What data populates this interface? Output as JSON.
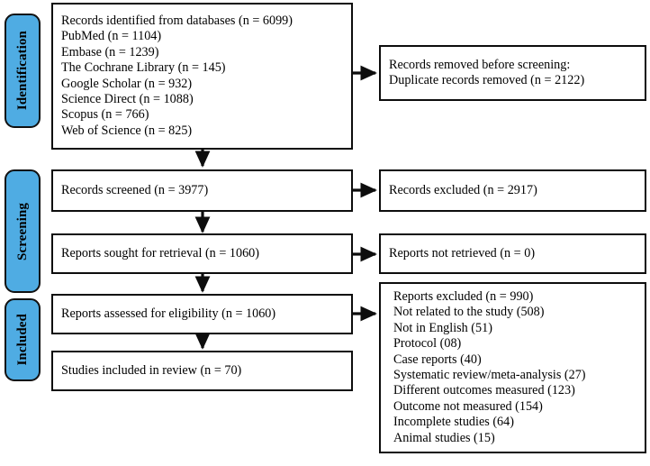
{
  "diagram": {
    "type": "prisma-flow-diagram",
    "accent_color": "#4FACE3",
    "border_color": "#0d0d0d",
    "background": "#ffffff"
  },
  "stages": [
    {
      "id": "identification",
      "label": "Identification"
    },
    {
      "id": "screening",
      "label": "Screening"
    },
    {
      "id": "included",
      "label": "Included"
    }
  ],
  "nodes": {
    "records_identified": {
      "lines": [
        "Records identified from databases (n = 6099)",
        "PubMed (n = 1104)",
        "Embase (n = 1239)",
        "The Cochrane Library (n = 145)",
        "Google Scholar (n = 932)",
        "Science Direct (n = 1088)",
        "Scopus (n = 766)",
        "Web of Science (n = 825)"
      ]
    },
    "records_removed": {
      "lines": [
        "Records removed before screening:",
        "Duplicate records removed (n = 2122)"
      ]
    },
    "records_screened": {
      "lines": [
        "Records screened (n = 3977)"
      ]
    },
    "records_excluded": {
      "lines": [
        "Records excluded (n = 2917)"
      ]
    },
    "reports_sought": {
      "lines": [
        "Reports sought for retrieval (n = 1060)"
      ]
    },
    "reports_not_retrieved": {
      "lines": [
        "Reports not retrieved (n = 0)"
      ]
    },
    "reports_assessed": {
      "lines": [
        "Reports assessed for eligibility (n = 1060)"
      ]
    },
    "reports_excluded": {
      "lines": [
        "Reports excluded (n = 990)",
        "Not related to the study (508)",
        "Not in English (51)",
        "Protocol (08)",
        "Case reports (40)",
        "Systematic review/meta-analysis (27)",
        "Different outcomes measured (123)",
        "Outcome not measured (154)",
        "Incomplete studies (64)",
        "Animal studies (15)"
      ]
    },
    "studies_included": {
      "lines": [
        "Studies included in review (n = 70)"
      ]
    }
  },
  "chart_data": {
    "type": "table",
    "title": "PRISMA 2020 flow diagram",
    "counts": {
      "records_identified_total": 6099,
      "sources": [
        {
          "name": "PubMed",
          "n": 1104
        },
        {
          "name": "Embase",
          "n": 1239
        },
        {
          "name": "The Cochrane Library",
          "n": 145
        },
        {
          "name": "Google Scholar",
          "n": 932
        },
        {
          "name": "Science Direct",
          "n": 1088
        },
        {
          "name": "Scopus",
          "n": 766
        },
        {
          "name": "Web of Science",
          "n": 825
        }
      ],
      "duplicates_removed": 2122,
      "records_screened": 3977,
      "records_excluded": 2917,
      "reports_sought": 1060,
      "reports_not_retrieved": 0,
      "reports_assessed": 1060,
      "reports_excluded_total": 990,
      "exclusion_reasons": [
        {
          "reason": "Not related to the study",
          "n": 508
        },
        {
          "reason": "Not in English",
          "n": 51
        },
        {
          "reason": "Protocol",
          "n": 8
        },
        {
          "reason": "Case reports",
          "n": 40
        },
        {
          "reason": "Systematic review/meta-analysis",
          "n": 27
        },
        {
          "reason": "Different outcomes measured",
          "n": 123
        },
        {
          "reason": "Outcome not measured",
          "n": 154
        },
        {
          "reason": "Incomplete studies",
          "n": 64
        },
        {
          "reason": "Animal studies",
          "n": 15
        }
      ],
      "studies_included": 70
    }
  }
}
